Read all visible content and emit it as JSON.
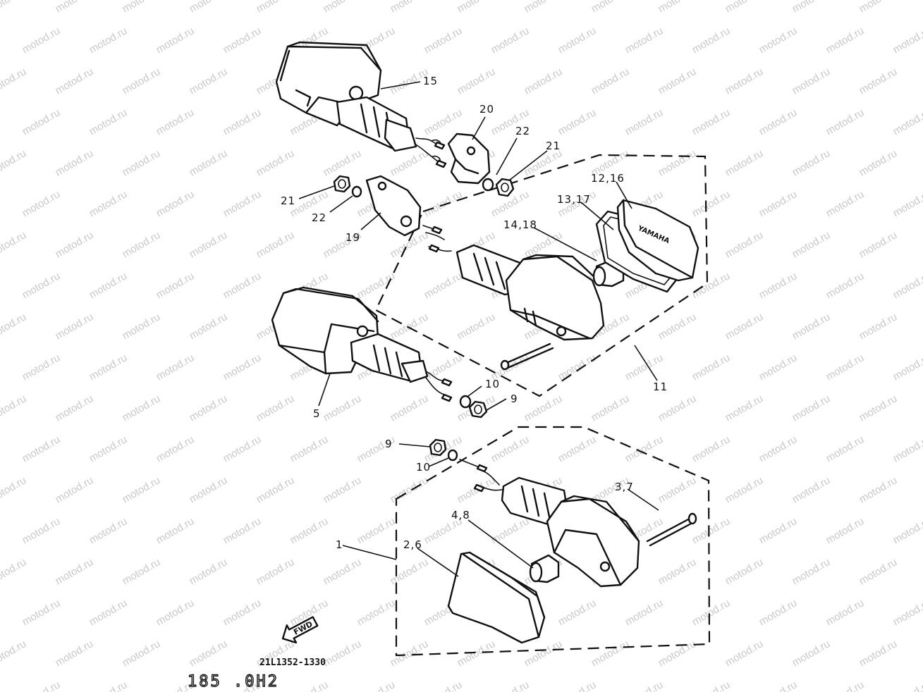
{
  "watermark": {
    "text": "motod.ru",
    "color": "#c9c9c9"
  },
  "callouts": [
    {
      "id": "c15",
      "text": "15"
    },
    {
      "id": "c20",
      "text": "20"
    },
    {
      "id": "c22a",
      "text": "22"
    },
    {
      "id": "c21a",
      "text": "21"
    },
    {
      "id": "c12_16",
      "text": "12,16"
    },
    {
      "id": "c13_17",
      "text": "13,17"
    },
    {
      "id": "c14_18",
      "text": "14,18"
    },
    {
      "id": "c21b",
      "text": "21"
    },
    {
      "id": "c22b",
      "text": "22"
    },
    {
      "id": "c19",
      "text": "19"
    },
    {
      "id": "c5",
      "text": "5"
    },
    {
      "id": "c10a",
      "text": "10"
    },
    {
      "id": "c9a",
      "text": "9"
    },
    {
      "id": "c11",
      "text": "11"
    },
    {
      "id": "c9b",
      "text": "9"
    },
    {
      "id": "c10b",
      "text": "10"
    },
    {
      "id": "c3_7",
      "text": "3,7"
    },
    {
      "id": "c4_8",
      "text": "4,8"
    },
    {
      "id": "c1",
      "text": "1"
    },
    {
      "id": "c2_6",
      "text": "2,6"
    }
  ],
  "fwd_label": "FWD",
  "part_code": "21L1352-1330",
  "corner_stamp": "185 .0H2",
  "lens_marking": "YAMAHA"
}
